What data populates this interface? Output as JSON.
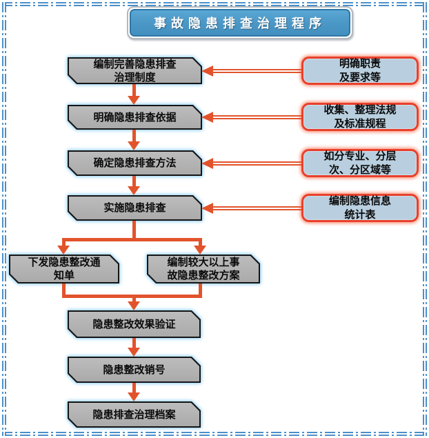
{
  "page": {
    "title": "事故隐患排查治理程序"
  },
  "flow": {
    "step1": "编制完善隐患排查\n治理制度",
    "step2": "明确隐患排查依据",
    "step3": "确定隐患排查方法",
    "step4": "实施隐患排查",
    "branch_left": "下发隐患整改通\n知单",
    "branch_right": "编制较大以上事\n故隐患整改方案",
    "step5": "隐患整改效果验证",
    "step6": "隐患整改销号",
    "step7": "隐患排查治理档案"
  },
  "annotations": {
    "note1": "明确职责\n及要求等",
    "note2": "收集、整理法规\n及标准规程",
    "note3": "如分专业、分层\n次、分区域等",
    "note4": "编制隐患信息\n统计表"
  },
  "colors": {
    "title_fill": "#4A97C6",
    "title_border": "#2E76A4",
    "box_fill": "#B3B3B3",
    "box_border": "#141414",
    "box_glow": "#9FD6F7",
    "note_fill": "#B9CFDF",
    "note_border": "#E8402C",
    "note_glow": "#F8643E",
    "arrow": "#E2532C",
    "page_border": "#4A8FC8"
  }
}
